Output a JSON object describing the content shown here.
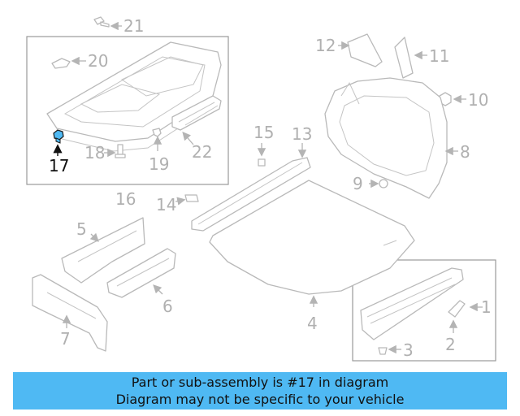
{
  "diagram": {
    "callouts": {
      "c1": "1",
      "c2": "2",
      "c3": "3",
      "c4": "4",
      "c5": "5",
      "c6": "6",
      "c7": "7",
      "c8": "8",
      "c9": "9",
      "c10": "10",
      "c11": "11",
      "c12": "12",
      "c13": "13",
      "c14": "14",
      "c15": "15",
      "c16": "16",
      "c17": "17",
      "c18": "18",
      "c19": "19",
      "c20": "20",
      "c21": "21",
      "c22": "22"
    },
    "highlighted_part": "17",
    "highlight_color": "#4fb9f3"
  },
  "banner": {
    "line1": "Part or sub-assembly is #17 in diagram",
    "line2": "Diagram may not be specific to your vehicle",
    "background": "#4fb9f3"
  }
}
